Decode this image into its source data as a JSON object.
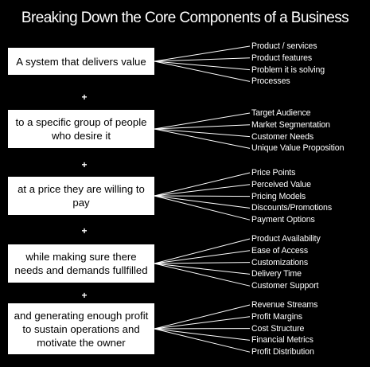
{
  "title": "Breaking Down the Core Components of a Business",
  "plus_sign": "+",
  "groups": [
    {
      "text": "A system that delivers value",
      "items": [
        "Product / services",
        "Product features",
        "Problem it is solving",
        "Processes"
      ]
    },
    {
      "text": "to a specific group of people who desire it",
      "items": [
        "Target Audience",
        "Market Segmentation",
        "Customer Needs",
        "Unique Value Proposition"
      ]
    },
    {
      "text": "at a price they are willing to pay",
      "items": [
        "Price Points",
        "Perceived Value",
        "Pricing Models",
        "Discounts/Promotions",
        "Payment Options"
      ]
    },
    {
      "text": "while making sure there needs and demands fullfilled",
      "items": [
        "Product Availability",
        "Ease of Access",
        "Customizations",
        "Delivery Time",
        "Customer Support"
      ]
    },
    {
      "text": "and generating enough profit to sustain operations and motivate the owner",
      "items": [
        "Revenue Streams",
        "Profit Margins",
        "Cost Structure",
        "Financial Metrics",
        "Profit Distribution"
      ]
    }
  ]
}
